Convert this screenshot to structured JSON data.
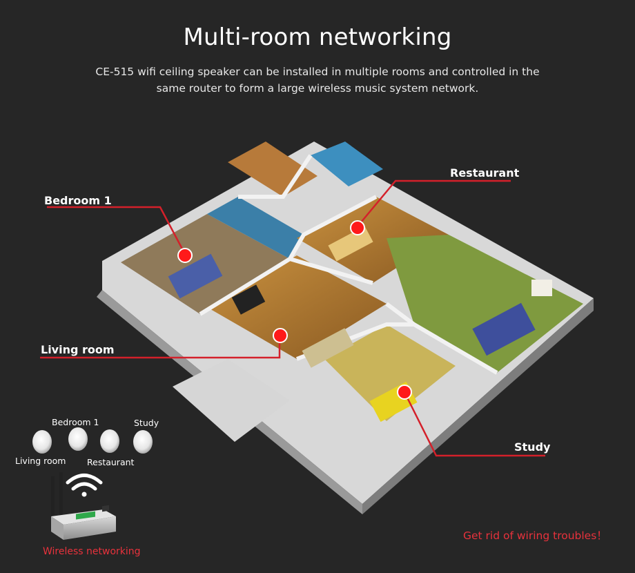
{
  "header": {
    "title": "Multi-room networking",
    "subtitle": "CE-515 wifi ceiling speaker can be installed in multiple rooms and controlled in the same router to form a large wireless music system network."
  },
  "callouts": {
    "bedroom": "Bedroom 1",
    "restaurant": "Restaurant",
    "living_room": "Living room",
    "study": "Study"
  },
  "speakers": {
    "living_room": "Living room",
    "bedroom": "Bedroom 1",
    "restaurant": "Restaurant",
    "study": "Study"
  },
  "router_caption": "Wireless networking",
  "tagline": "Get rid of wiring troubles！",
  "colors": {
    "background": "#262626",
    "accent_red": "#e8323c",
    "callout_line": "#d4202a"
  }
}
